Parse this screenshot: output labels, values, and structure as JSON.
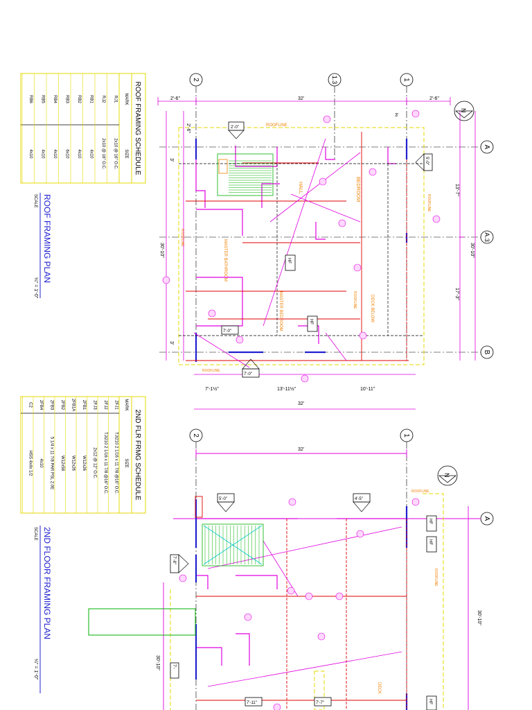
{
  "roof": {
    "schedule": {
      "title": "ROOF FRAMING SCHEDULE",
      "col_mark": "MARK",
      "col_size": "SIZE",
      "rows": [
        {
          "mark": "RJ1",
          "size": "2x10 @ 16\" O.C."
        },
        {
          "mark": "RJ2",
          "size": "2x10 @ 16\" O.C."
        },
        {
          "mark": "RB1",
          "size": "4x10"
        },
        {
          "mark": "RB2",
          "size": "4x10"
        },
        {
          "mark": "RB3",
          "size": "6x10"
        },
        {
          "mark": "RB4",
          "size": "4x10"
        },
        {
          "mark": "RB5",
          "size": "4x10"
        },
        {
          "mark": "RB6",
          "size": "4x10"
        }
      ]
    },
    "plan_title": "ROOF FRAMING PLAN",
    "scale_label": "SCALE",
    "scale_value": "¼\" = 1'-0\"",
    "grid_labels": {
      "c2": "2",
      "c13": "1.3",
      "c1": "1",
      "ra": "A",
      "ra3": "A.3",
      "rb": "B"
    },
    "dims": {
      "overall_32": "32'",
      "left_2_6": "2'-6\"",
      "right_2_6": "2'-6\"",
      "side_30_10": "30'-10\"",
      "side_30_10_right": "30'-10\"",
      "top_13_7": "13'-7\"",
      "mid_17_3": "17'-3\"",
      "bottom_7_1_2": "7'-1½\"",
      "bottom_13_11": "13'-11½\"",
      "bottom_10_11": "10'-11\"",
      "bottom_32": "32'",
      "small_3": "3'",
      "small_3b": "3'",
      "small_3c": "3'",
      "left_2_6b": "2'-6\""
    },
    "rooms": {
      "hall": "HALL",
      "bedroom": "BEDROOM",
      "master_bath": "MASTER BATHROOM",
      "master_bed": "MASTER BEDROOM",
      "deck": "DECK BELOW",
      "roofline": "ROOFLINE"
    },
    "tags": [
      "2'-0\"",
      "5'-0\"",
      "7'-0\"",
      "7'-0\""
    ],
    "hf": "HF"
  },
  "floor": {
    "schedule": {
      "title": "2ND FLR FRMG SCHEDULE",
      "col_mark": "MARK",
      "col_size": "SIZE",
      "rows": [
        {
          "mark": "2FJ1",
          "size": "TJI210 2 1/16 x 11 7/8 @16\" O.C."
        },
        {
          "mark": "2FJ2",
          "size": "TJI210 2 1/16 x 11 7/8 @16\" O.C."
        },
        {
          "mark": "2FJ3",
          "size": "2x12 @ 12\" O.C."
        },
        {
          "mark": "2FB1",
          "size": "W12x26"
        },
        {
          "mark": "2FB1A",
          "size": "W12x26"
        },
        {
          "mark": "2FB2",
          "size": "W12x58"
        },
        {
          "mark": "2FB3",
          "size": "5 1/4 x 11 7/8 PAR PSL 2.0E"
        },
        {
          "mark": "2FB4",
          "size": "4x10"
        },
        {
          "mark": "C2",
          "size": "HSS 4x4x 1/2"
        }
      ]
    },
    "plan_title": "2ND FLOOR FRAMING PLAN",
    "scale_label": "SCALE",
    "scale_value": "¼\" = 1'-0\"",
    "grid_labels": {
      "c2": "2",
      "c1": "1",
      "ra": "A"
    },
    "dims": {
      "overall_32": "32'",
      "side_30_10": "30'-10\"",
      "side_30_10_left": "30'-10\""
    },
    "tags": [
      "5'-0\"",
      "4'-5\"",
      "7'-8\"",
      "7'-11\"",
      "7'-7\"",
      "7'-"
    ],
    "rooms": {
      "roofline": "ROOFLINE",
      "deck": "DECK"
    },
    "hf": "HF"
  },
  "colors": {
    "magenta": "#e000e0",
    "red": "#e00000",
    "yellow": "#e6d800",
    "orange": "#f08000",
    "green": "#00b000",
    "blue": "#2020d0",
    "cyan": "#00c8c8",
    "black": "#000000"
  }
}
